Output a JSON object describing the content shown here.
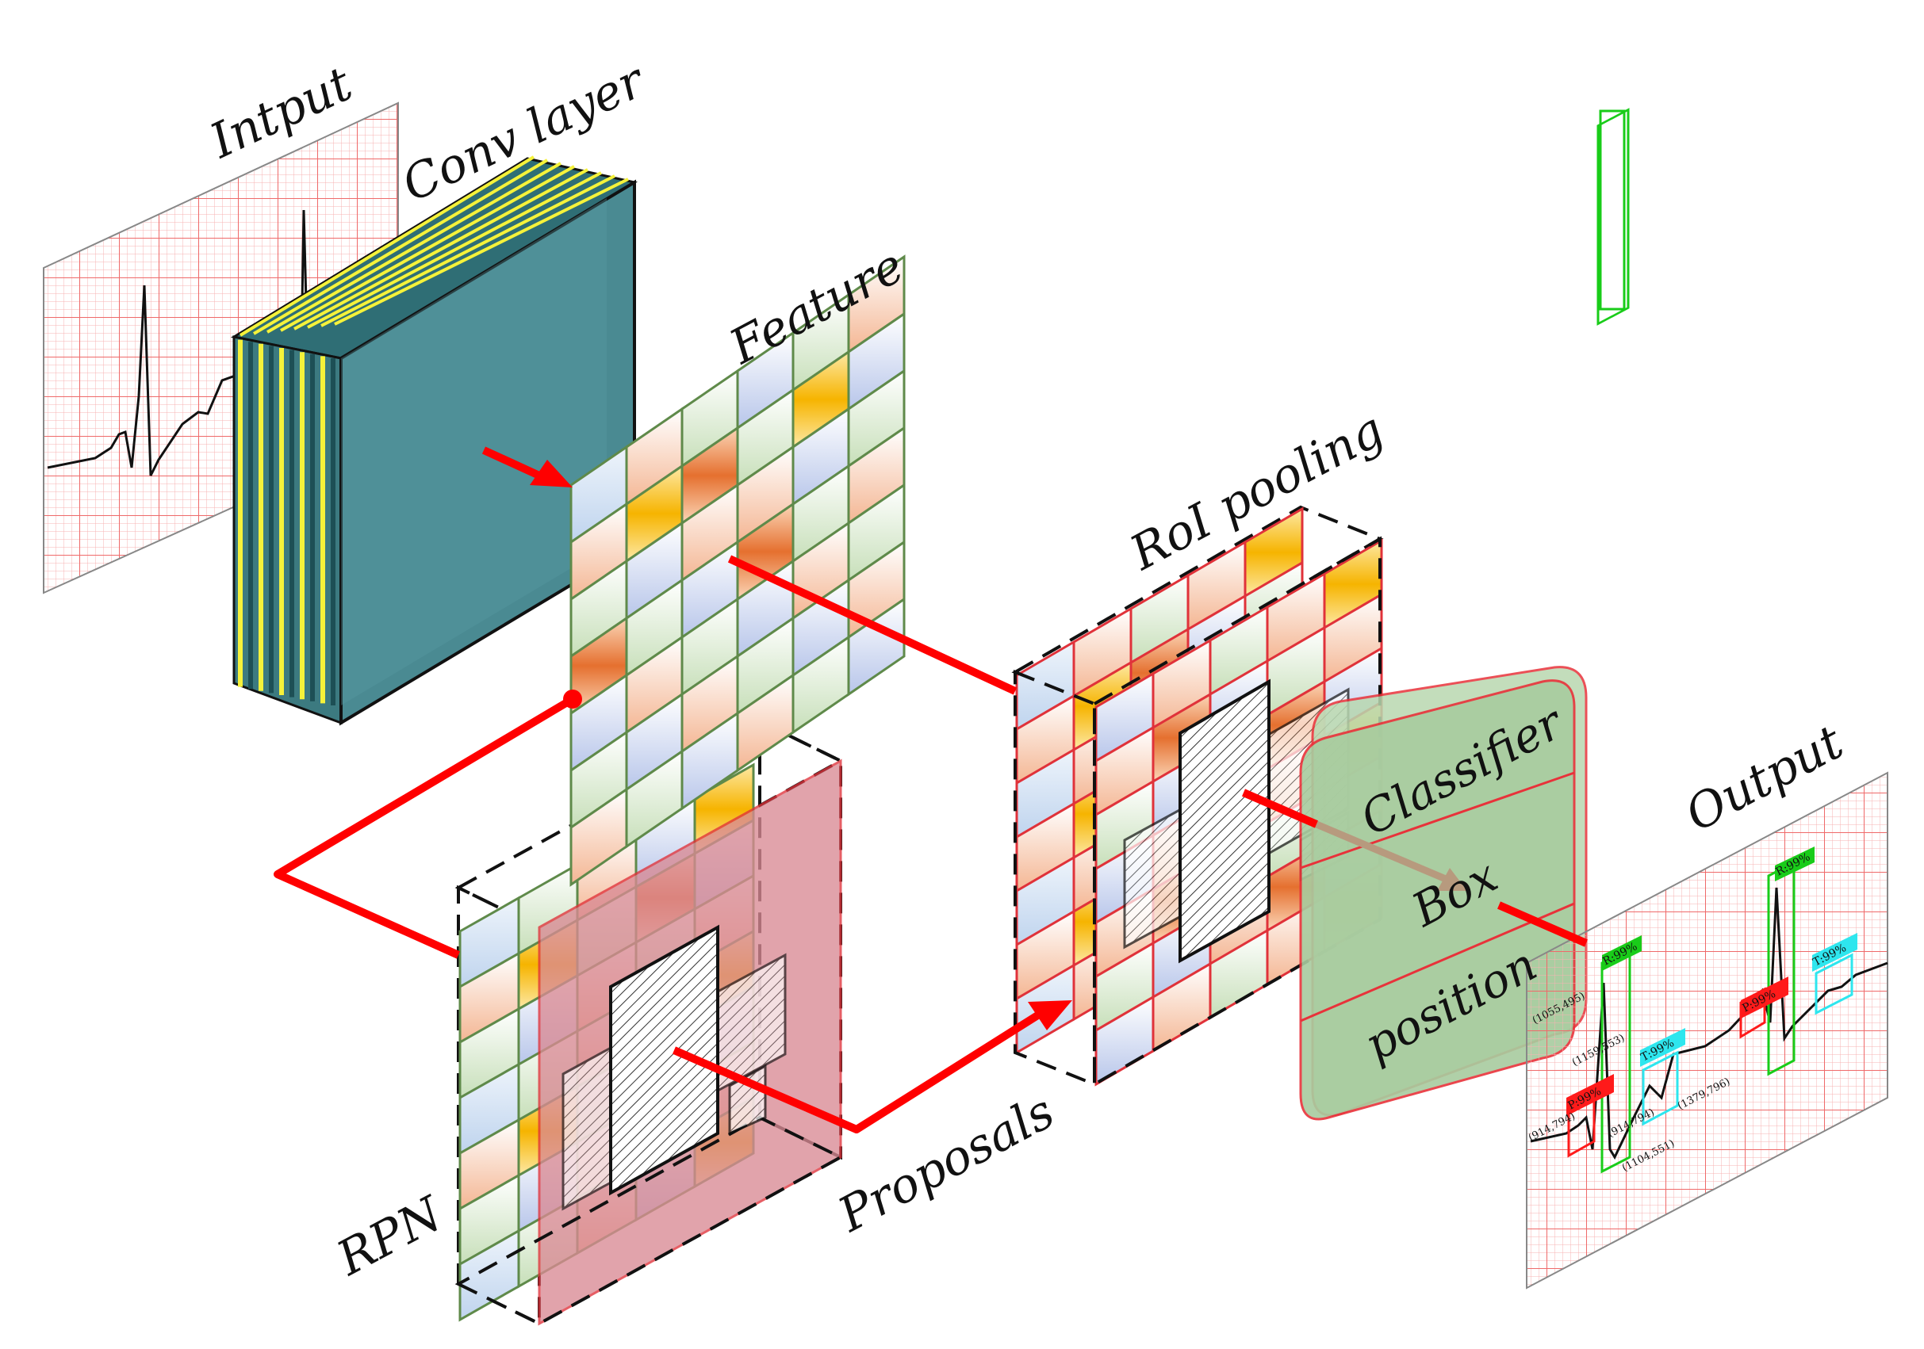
{
  "labels": {
    "input": "Intput",
    "conv": "Conv layer",
    "feature": "Feature",
    "roi": "RoI pooling",
    "rpn": "RPN",
    "proposals": "Proposals",
    "output": "Output",
    "classifier": "Classifier",
    "box": "Box",
    "position": "position"
  },
  "output_tags": {
    "r1": "R:99%",
    "r2": "R:99%",
    "t1": "T:99%",
    "t2": "T:99%",
    "p1": "P:99%",
    "p2": "P:99%"
  },
  "output_coords": {
    "c1": "(1055,495)",
    "c2": "(1159,553)",
    "c3": "(914,794)",
    "c4": "(1379,796)",
    "c5": "(914,794)",
    "c6": "(1104,551)"
  },
  "colors": {
    "arrow_red": "#ff0000",
    "conv_fill": "#3d8088",
    "conv_stripe_yellow": "#f5f23a",
    "ecg_grid": "#f28a8a",
    "rpn_panel": "#d98a94",
    "classifier_fill": "#a8cc9f",
    "classifier_border": "#e8323a",
    "tag_green": "#19cc19",
    "tag_cyan": "#2ee6ee",
    "tag_red": "#ff1a1a",
    "connector_tan": "#b79a7e"
  }
}
